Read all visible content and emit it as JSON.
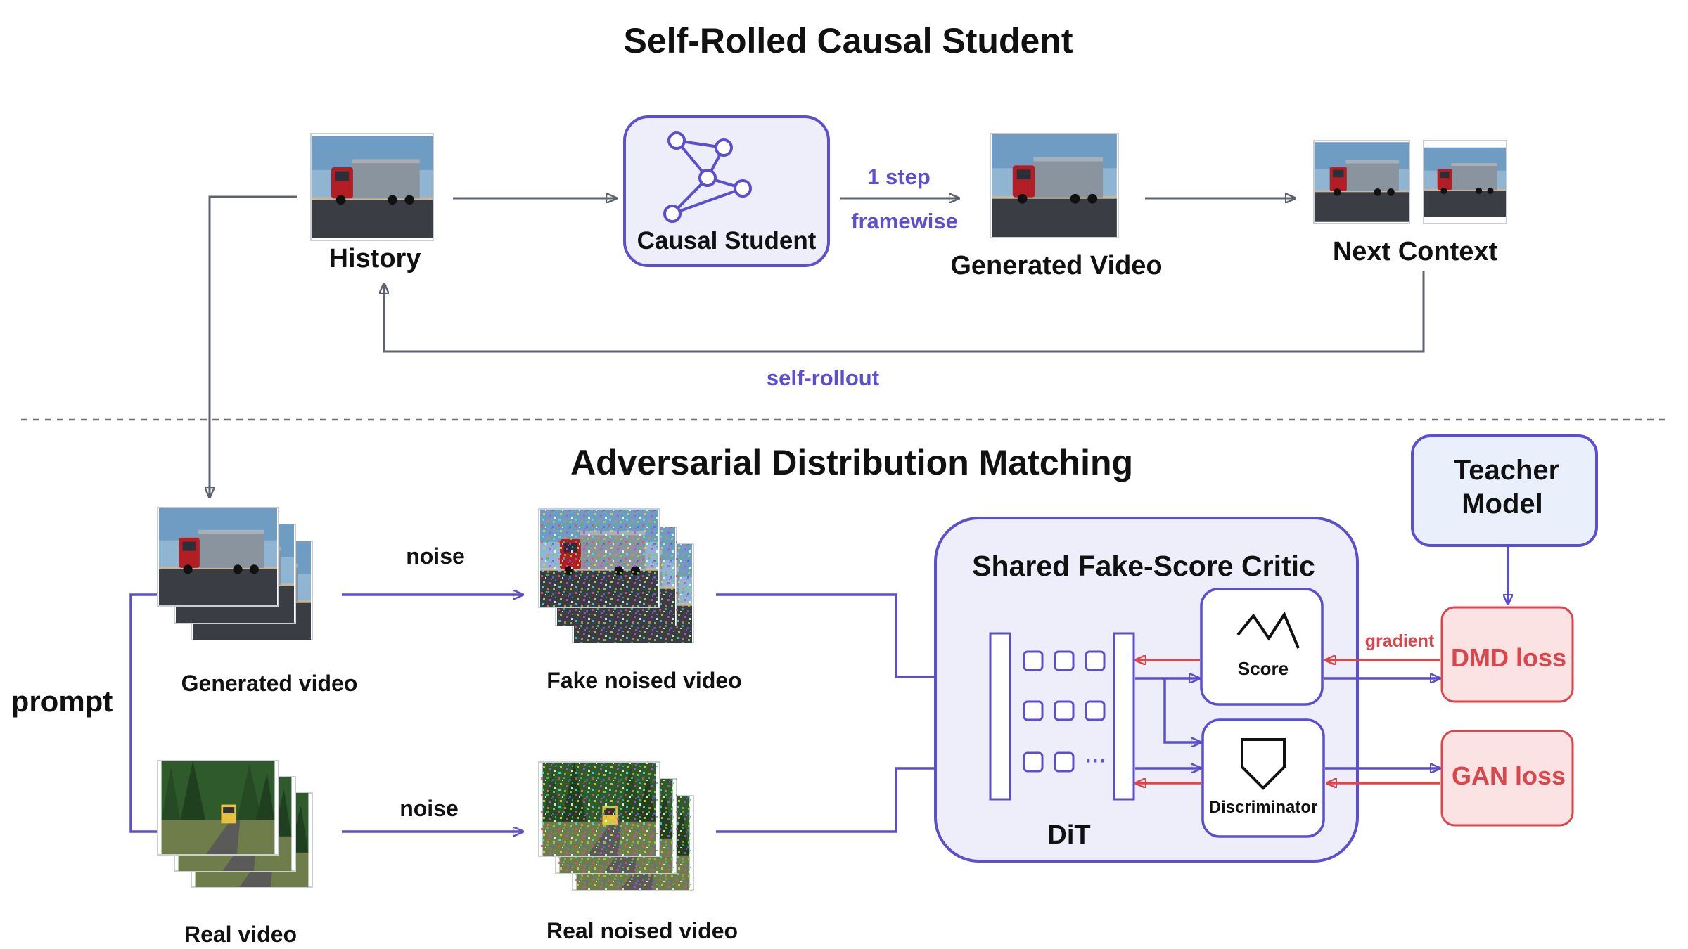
{
  "colors": {
    "purple": "#5b4fcf",
    "purple_fill": "#eeeefb",
    "gray": "#5c6370",
    "red": "#d9474c",
    "red_fill": "#fbe2e3",
    "teacher_fill": "#e9effb",
    "sky": "#8fb5d2",
    "road": "#3a3d44",
    "truck_red": "#b31e25",
    "trailer": "#8a949e",
    "forest": "#2f5a2c",
    "grass": "#6f7d4a",
    "truck_yellow": "#e8c23a"
  },
  "top": {
    "title": "Self-Rolled Causal Student",
    "history_label": "History",
    "student_label": "Causal Student",
    "step_label": "1 step",
    "framewise_label": "framewise",
    "generated_label": "Generated Video",
    "next_label": "Next Context",
    "rollout_label": "self-rollout"
  },
  "bottom": {
    "title": "Adversarial Distribution Matching",
    "prompt_label": "prompt",
    "gen_video_label": "Generated video",
    "real_video_label": "Real video",
    "noise_label_top": "noise",
    "noise_label_bottom": "noise",
    "fake_noised_label": "Fake noised video",
    "real_noised_label": "Real noised video",
    "critic_title": "Shared Fake-Score Critic",
    "dit_label": "DiT",
    "dots_label": "···",
    "score_label": "Score",
    "discriminator_label": "Discriminator",
    "teacher_line1": "Teacher",
    "teacher_line2": "Model",
    "gradient_label": "gradient",
    "dmd_label": "DMD loss",
    "gan_label": "GAN loss"
  }
}
